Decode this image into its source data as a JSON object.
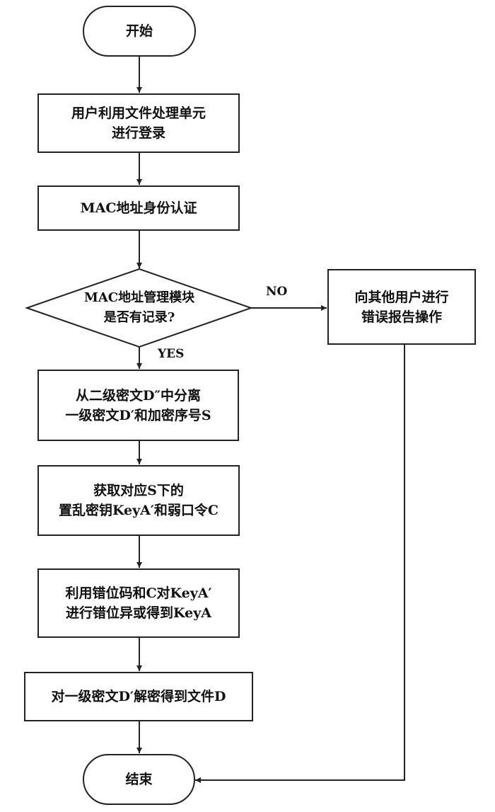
{
  "diagram": {
    "type": "flowchart",
    "nodes": {
      "start": {
        "lines": [
          "开始"
        ]
      },
      "login": {
        "lines": [
          "用户利用文件处理单元",
          "进行登录"
        ]
      },
      "mac_auth": {
        "lines": [
          "MAC地址身份认证"
        ]
      },
      "decision": {
        "lines": [
          "MAC地址管理模块",
          "是否有记录?"
        ]
      },
      "error_report": {
        "lines": [
          "向其他用户进行",
          "错误报告操作"
        ]
      },
      "separate": {
        "lines": [
          "从二级密文D″中分离",
          "一级密文D′和加密序号S"
        ]
      },
      "get_key": {
        "lines": [
          "获取对应S下的",
          "置乱密钥KeyA′和弱口令C"
        ]
      },
      "xor": {
        "lines": [
          "利用错位码和C对KeyA′",
          "进行错位异或得到KeyA"
        ]
      },
      "decrypt": {
        "lines": [
          "对一级密文D′解密得到文件D"
        ]
      },
      "end": {
        "lines": [
          "结束"
        ]
      }
    },
    "edge_labels": {
      "no": "NO",
      "yes": "YES"
    },
    "edges": [
      {
        "from": "start",
        "to": "login"
      },
      {
        "from": "login",
        "to": "mac_auth"
      },
      {
        "from": "mac_auth",
        "to": "decision"
      },
      {
        "from": "decision",
        "to": "error_report",
        "label": "NO"
      },
      {
        "from": "decision",
        "to": "separate",
        "label": "YES"
      },
      {
        "from": "separate",
        "to": "get_key"
      },
      {
        "from": "get_key",
        "to": "xor"
      },
      {
        "from": "xor",
        "to": "decrypt"
      },
      {
        "from": "decrypt",
        "to": "end"
      },
      {
        "from": "error_report",
        "to": "end"
      }
    ]
  }
}
